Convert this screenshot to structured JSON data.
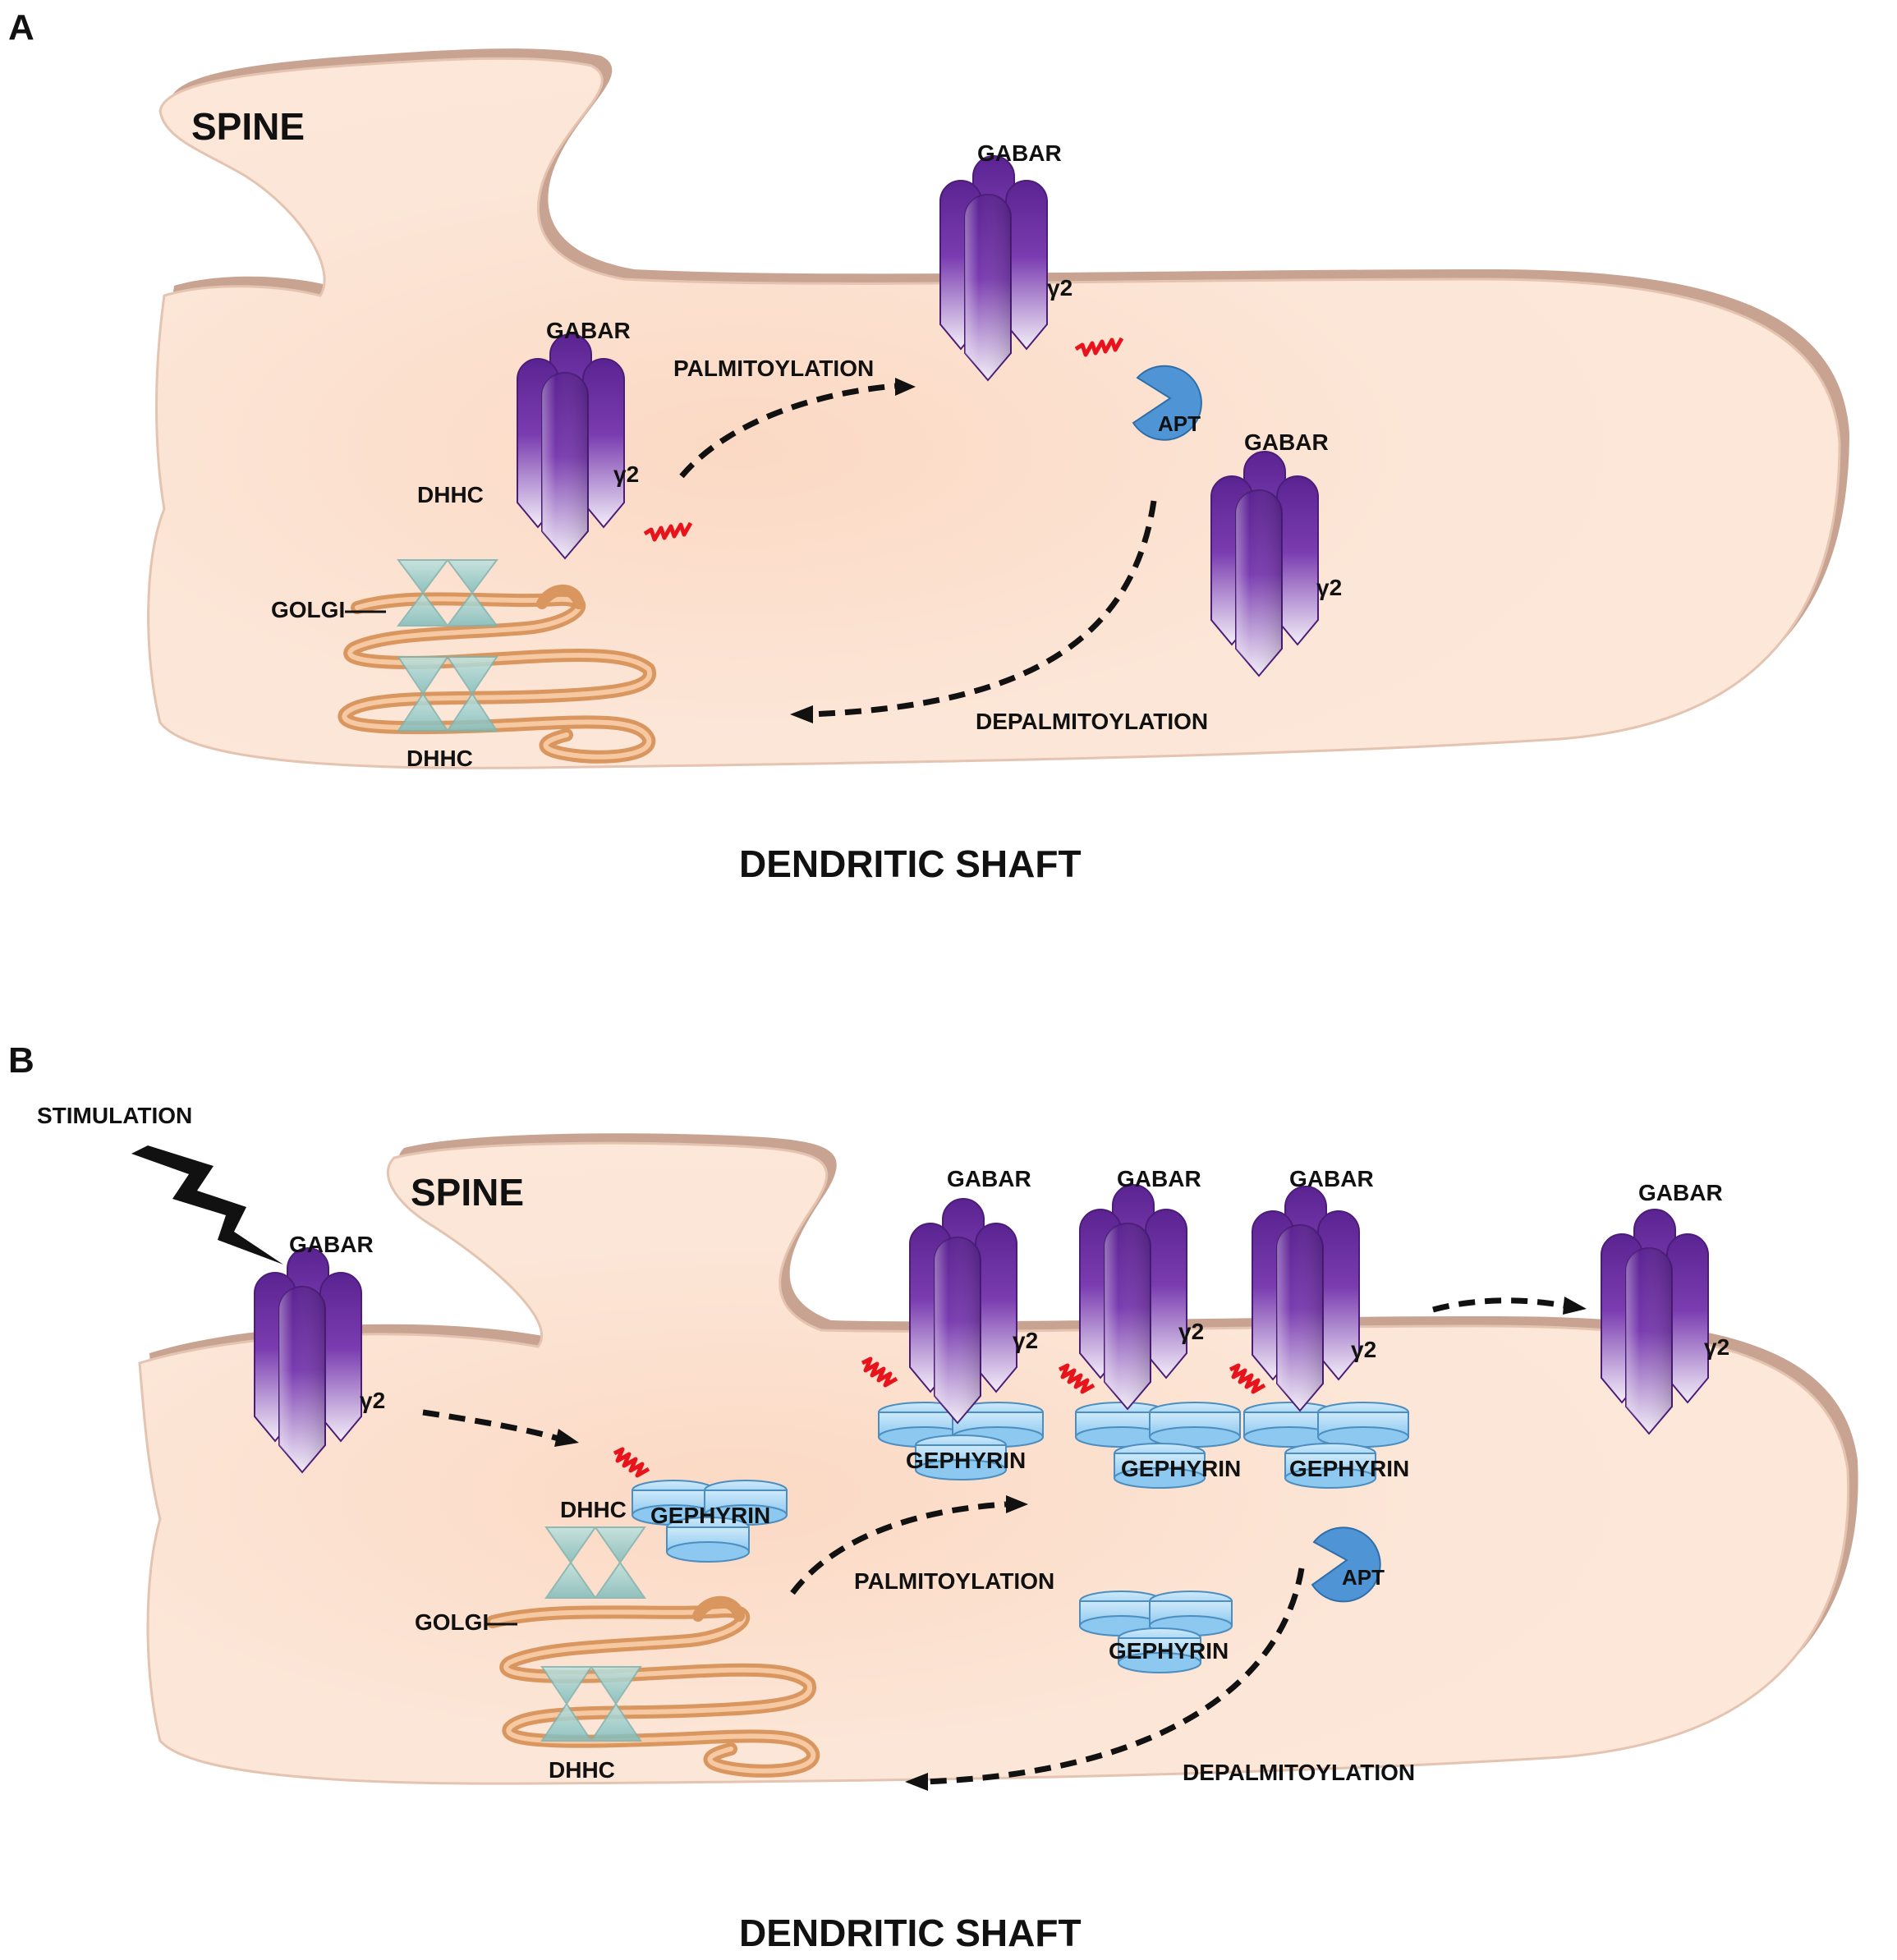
{
  "panels": {
    "a": {
      "letter": "A",
      "spine": "SPINE",
      "shaft": "DENDRITIC SHAFT",
      "golgi": "GOLGI",
      "dhhc_upper": "DHHC",
      "dhhc_lower": "DHHC",
      "palmitoylation": "PALMITOYLATION",
      "depalmitoylation": "DEPALMITOYLATION",
      "apt": "APT",
      "receptors": [
        {
          "label": "GABAR",
          "subunit": "γ2"
        },
        {
          "label": "GABAR",
          "subunit": "γ2"
        },
        {
          "label": "GABAR",
          "subunit": "γ2"
        }
      ]
    },
    "b": {
      "letter": "B",
      "spine": "SPINE",
      "shaft": "DENDRITIC SHAFT",
      "stimulation": "STIMULATION",
      "golgi": "GOLGI",
      "dhhc_upper": "DHHC",
      "dhhc_lower": "DHHC",
      "palmitoylation": "PALMITOYLATION",
      "depalmitoylation": "DEPALMITOYLATION",
      "apt": "APT",
      "gephyrin": "GEPHYRIN",
      "receptors": [
        {
          "label": "GABAR",
          "subunit": "γ2"
        },
        {
          "label": "GABAR",
          "subunit": "γ2"
        },
        {
          "label": "GABAR",
          "subunit": "γ2"
        },
        {
          "label": "GABAR",
          "subunit": "γ2"
        },
        {
          "label": "GABAR",
          "subunit": "γ2"
        }
      ]
    }
  },
  "colors": {
    "membrane": "#fbe3d2",
    "membrane_edge": "#c9a896",
    "receptor_top": "#6a2aa0",
    "receptor_bottom": "#efe6f5",
    "palmitate": "#e8141c",
    "gephyrin": "#a8d8f4",
    "apt": "#4f95d6",
    "golgi": "#e0a070",
    "dhhc": "#9fcfcf",
    "arrow": "#111111"
  }
}
